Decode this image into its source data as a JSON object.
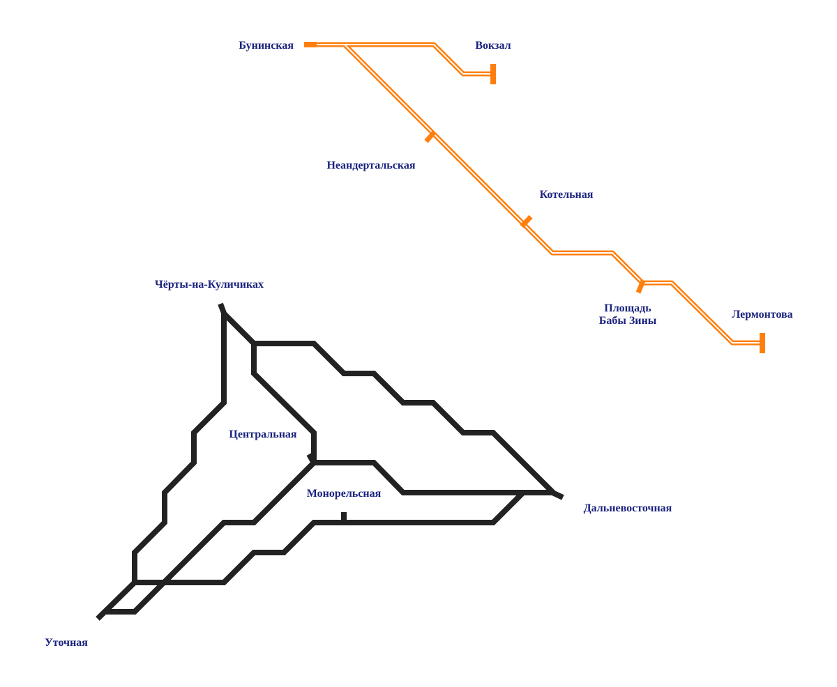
{
  "colors": {
    "background": "#ffffff",
    "orange_line": "#ff7f0e",
    "dark_network": "#222222",
    "labels": "#1a237e"
  },
  "stations": {
    "buninskaya": "Бунинская",
    "vokzal": "Вокзал",
    "neandertalskaya": "Неандертальская",
    "kotelnaya": "Котельная",
    "ploshchad_line1": "Площадь",
    "ploshchad_line2": "Бабы Зины",
    "lermontova": "Лермонтова",
    "cherty": "Чёрты-на-Куличиках",
    "tsentralnaya": "Центральная",
    "monorelsnaya": "Монорельсная",
    "dalnevostochnaya": "Дальневосточная",
    "utochnaya": "Уточная"
  }
}
